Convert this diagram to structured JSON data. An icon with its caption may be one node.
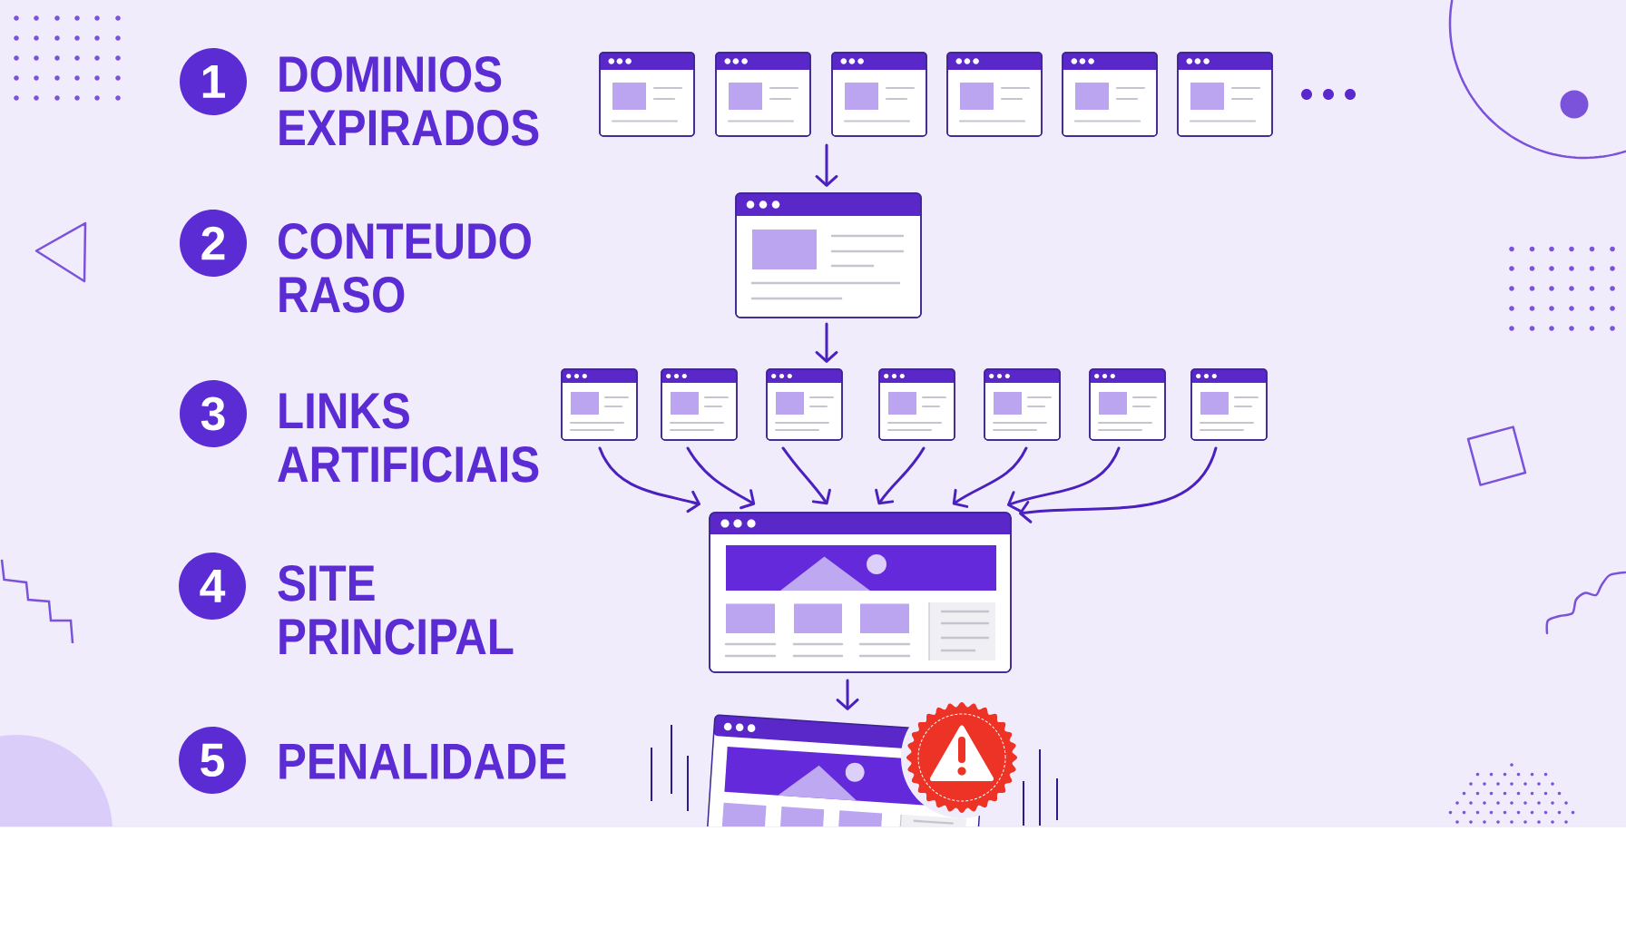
{
  "diagram": {
    "nodes": [
      {
        "text": [
          "1"
        ],
        "beside": [
          "DOMINIOS EXPIRADOS"
        ]
      },
      {
        "text": [
          "2"
        ],
        "beside": [
          "CONTEUDO RASO"
        ]
      },
      {
        "text": [
          "3"
        ],
        "beside": [
          "LINKS ARTIFICIAIS"
        ]
      },
      {
        "text": [
          "4"
        ],
        "beside": [
          "SITE PRINCIPAL"
        ]
      },
      {
        "text": [
          "5"
        ],
        "beside": [
          "PENALIDADE"
        ]
      },
      {
        "text": [],
        "shape": "picture"
      },
      {
        "text": [],
        "shape": "picture"
      },
      {
        "text": [],
        "shape": "picture"
      },
      {
        "text": [],
        "shape": "picture"
      },
      {
        "text": [],
        "shape": "picture"
      },
      {
        "text": [],
        "shape": "picture"
      },
      {
        "text": [],
        "shape": "picture"
      },
      {
        "text": [],
        "shape": "picture"
      },
      {
        "text": [],
        "shape": "picture"
      },
      {
        "text": [],
        "shape": "picture"
      },
      {
        "text": [],
        "shape": "picture"
      },
      {
        "text": [],
        "shape": "picture"
      },
      {
        "text": [],
        "shape": "picture"
      },
      {
        "text": [],
        "shape": "picture"
      },
      {
        "text": [],
        "shape": "picture"
      },
      {
        "text": [],
        "shape": "picture"
      },
      {
        "text": [],
        "shape": "circle"
      }
    ],
    "edges": [
      {
        "from": 7,
        "to": 11,
        "arrow": "to"
      },
      {
        "from": 11,
        "to": 14,
        "arrow": "to"
      },
      {
        "from": 12,
        "to": 19,
        "arrow": "to"
      },
      {
        "from": 13,
        "to": 19,
        "arrow": "to"
      },
      {
        "from": 14,
        "to": 19,
        "arrow": "to"
      },
      {
        "from": 15,
        "to": 19,
        "arrow": "to"
      },
      {
        "from": 16,
        "to": 19,
        "arrow": "to"
      },
      {
        "from": 17,
        "to": 19,
        "arrow": "to"
      },
      {
        "from": 18,
        "to": 19,
        "arrow": "to"
      },
      {
        "from": 19,
        "to": 20,
        "arrow": "to"
      }
    ]
  }
}
